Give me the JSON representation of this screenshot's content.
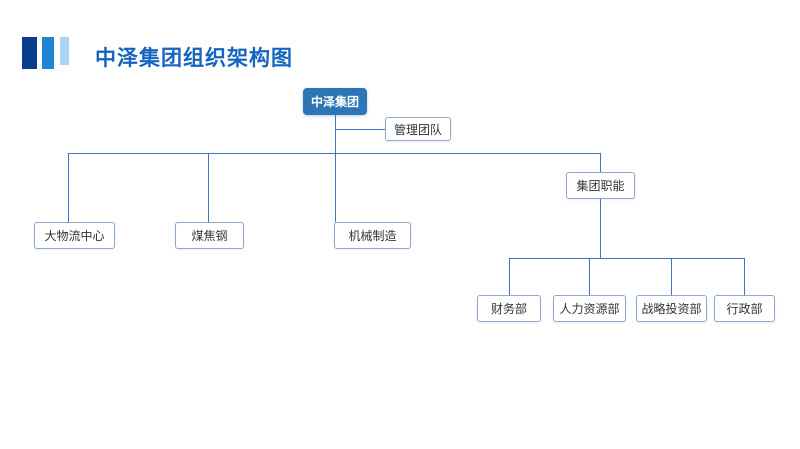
{
  "slide": {
    "title": "中泽集团组织架构图"
  },
  "logo": {
    "bar_colors": [
      "#0a3c8e",
      "#1e86d0",
      "#aad4f2"
    ]
  },
  "org_chart": {
    "root": {
      "label": "中泽集团"
    },
    "staff": {
      "label": "管理团队"
    },
    "divisions": [
      {
        "label": "大物流中心"
      },
      {
        "label": "煤焦钢"
      },
      {
        "label": "机械制造"
      },
      {
        "label": "集团职能"
      }
    ],
    "departments": [
      {
        "label": "财务部"
      },
      {
        "label": "人力资源部"
      },
      {
        "label": "战略投资部"
      },
      {
        "label": "行政部"
      }
    ]
  },
  "colors": {
    "title_text": "#1565c0",
    "root_fill": "#2e75b6",
    "root_text": "#ffffff",
    "node_border": "#8fa9cc",
    "node_text": "#333333",
    "connector": "#4472c4"
  }
}
